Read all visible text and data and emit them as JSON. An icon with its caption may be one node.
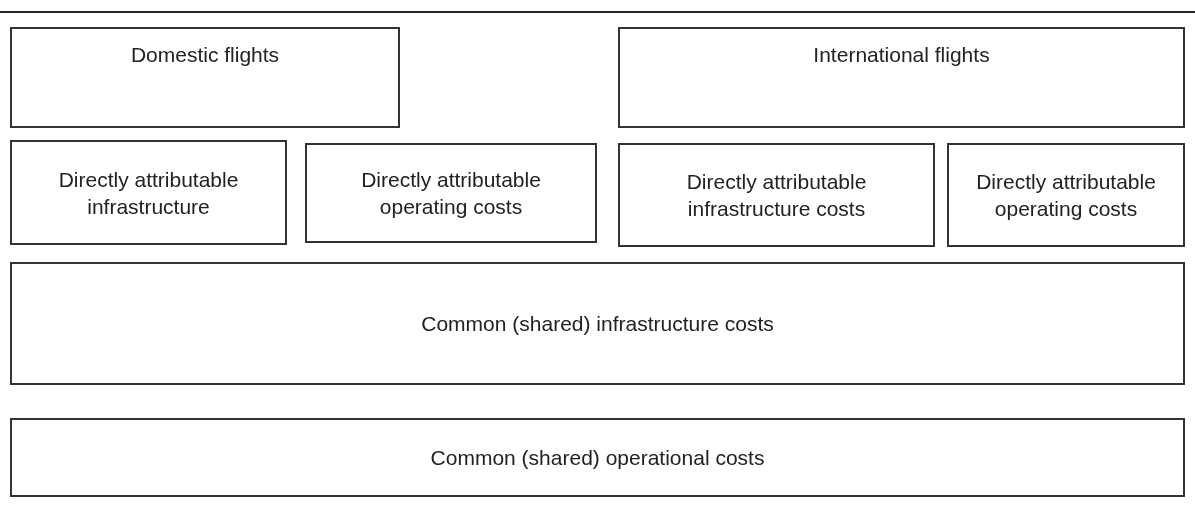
{
  "diagram": {
    "nodes": [
      {
        "text": [
          "Domestic flights"
        ]
      },
      {
        "text": [
          "International flights"
        ]
      },
      {
        "text": [
          "Directly attributable infrastructure"
        ]
      },
      {
        "text": [
          "Directly attributable operating costs"
        ]
      },
      {
        "text": [
          "Directly attributable infrastructure costs"
        ]
      },
      {
        "text": [
          "Directly attributable operating costs"
        ]
      },
      {
        "text": [
          "Common (shared) infrastructure costs"
        ]
      },
      {
        "text": [
          "Common (shared) operational costs"
        ]
      }
    ],
    "edges": []
  }
}
